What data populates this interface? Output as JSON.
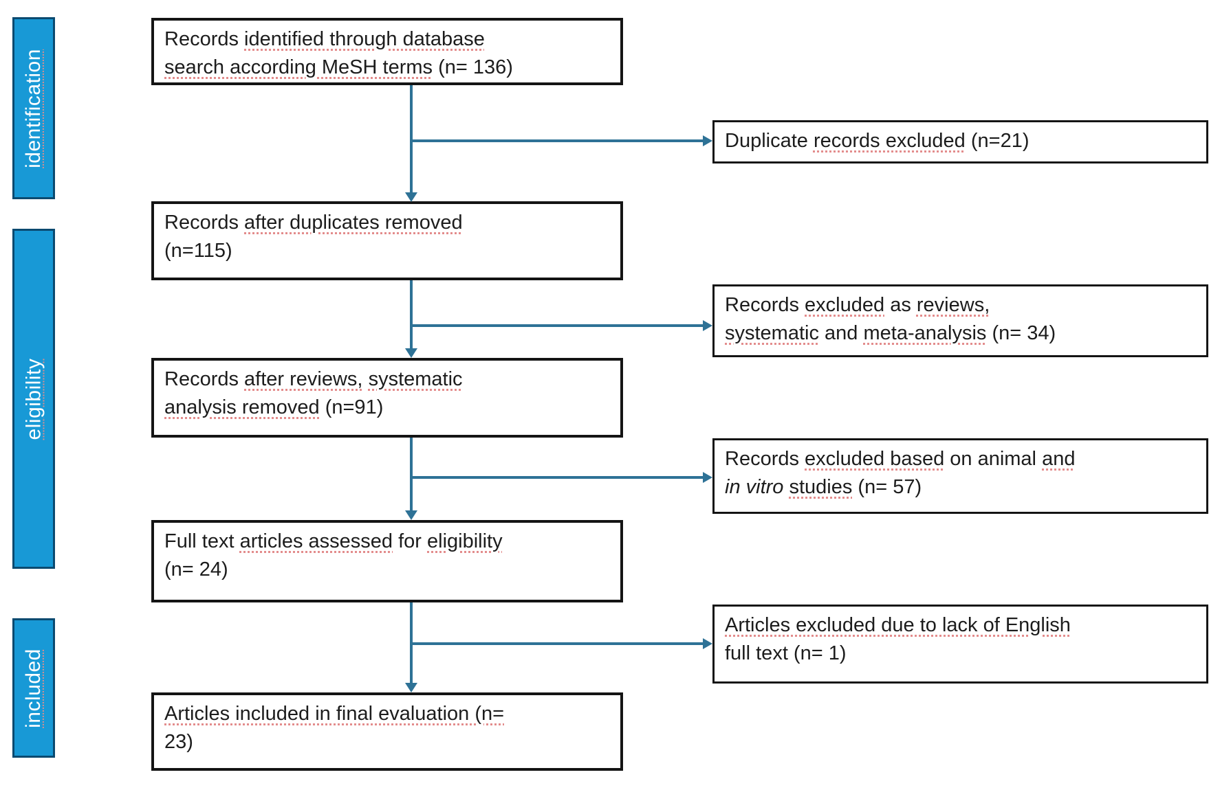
{
  "palette": {
    "sidebar_fill": "#1899d6",
    "sidebar_border": "#0b4a70",
    "arrow": "#2e7296",
    "box_border": "#141414",
    "text": "#1c1c1c",
    "squiggle": "#e38c8c",
    "page_bg": "#ffffff"
  },
  "sidebar": {
    "labels": [
      {
        "id": "identification",
        "text": "identification"
      },
      {
        "id": "eligibility",
        "text": "eligibility"
      },
      {
        "id": "included",
        "text": "included"
      }
    ]
  },
  "flow": {
    "main": [
      {
        "id": "records-identified",
        "n": 136,
        "segments": [
          {
            "t": "Records "
          },
          {
            "t": "identified through database",
            "u": true
          },
          {
            "br": true
          },
          {
            "t": "search according MeSH terms",
            "u": true
          },
          {
            "t": " (n= 136)"
          }
        ]
      },
      {
        "id": "records-after-duplicates",
        "n": 115,
        "segments": [
          {
            "t": "Records "
          },
          {
            "t": "after duplicates removed",
            "u": true
          },
          {
            "br": true
          },
          {
            "t": "(n=115)"
          }
        ]
      },
      {
        "id": "records-after-reviews",
        "n": 91,
        "segments": [
          {
            "t": "Records "
          },
          {
            "t": "after reviews,",
            "u": true
          },
          {
            "t": " "
          },
          {
            "t": "systematic",
            "u": true
          },
          {
            "br": true
          },
          {
            "t": "analysis removed",
            "u": true
          },
          {
            "t": " (n=91)"
          }
        ]
      },
      {
        "id": "full-text-assessed",
        "n": 24,
        "segments": [
          {
            "t": "Full text "
          },
          {
            "t": "articles assessed",
            "u": true
          },
          {
            "t": " for "
          },
          {
            "t": "eligibility",
            "u": true
          },
          {
            "br": true
          },
          {
            "t": "(n= 24)"
          }
        ]
      },
      {
        "id": "articles-included-final",
        "n": 23,
        "segments": [
          {
            "t": "Articles included in final evaluation (n=",
            "u": true
          },
          {
            "br": true
          },
          {
            "t": "23)"
          }
        ]
      }
    ],
    "excluded": [
      {
        "id": "duplicates-excluded",
        "n": 21,
        "segments": [
          {
            "t": "Duplicate "
          },
          {
            "t": "records excluded",
            "u": true
          },
          {
            "t": " (n=21)"
          }
        ]
      },
      {
        "id": "reviews-meta-excluded",
        "n": 34,
        "segments": [
          {
            "t": "Records "
          },
          {
            "t": "excluded",
            "u": true
          },
          {
            "t": " as "
          },
          {
            "t": "reviews,",
            "u": true
          },
          {
            "br": true
          },
          {
            "t": "systematic",
            "u": true
          },
          {
            "t": " and "
          },
          {
            "t": "meta-analysis",
            "u": true
          },
          {
            "t": " (n= 34)"
          }
        ]
      },
      {
        "id": "animal-invitro-excluded",
        "n": 57,
        "segments": [
          {
            "t": "Records "
          },
          {
            "t": "excluded based",
            "u": true
          },
          {
            "t": " on animal "
          },
          {
            "t": "and",
            "u": true
          },
          {
            "br": true
          },
          {
            "t": "in vitro",
            "i": true
          },
          {
            "t": " "
          },
          {
            "t": "studies",
            "u": true
          },
          {
            "t": " (n= 57)"
          }
        ]
      },
      {
        "id": "no-english-fulltext-excluded",
        "n": 1,
        "segments": [
          {
            "t": "Articles excluded due to lack of English",
            "u": true
          },
          {
            "br": true
          },
          {
            "t": "full text (n= 1)"
          }
        ]
      }
    ]
  }
}
